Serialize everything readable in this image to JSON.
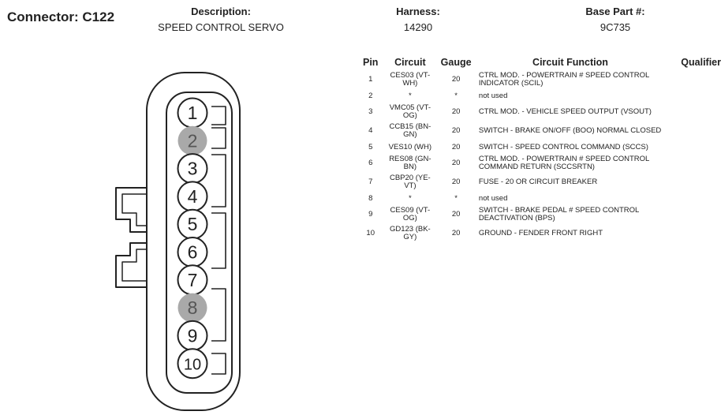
{
  "header": {
    "connector": "Connector: C122",
    "description_label": "Description:",
    "description_value": "SPEED CONTROL SERVO",
    "harness_label": "Harness:",
    "harness_value": "14290",
    "base_part_label": "Base Part #:",
    "base_part_value": "9C735"
  },
  "table": {
    "columns": [
      "Pin",
      "Circuit",
      "Gauge",
      "Circuit Function",
      "Qualifier"
    ],
    "rows": [
      {
        "pin": "1",
        "circuit": "CES03 (VT-WH)",
        "gauge": "20",
        "function": "CTRL MOD. - POWERTRAIN # SPEED CONTROL INDICATOR (SCIL)"
      },
      {
        "pin": "2",
        "circuit": "*",
        "gauge": "*",
        "function": "not used"
      },
      {
        "pin": "3",
        "circuit": "VMC05 (VT-OG)",
        "gauge": "20",
        "function": "CTRL MOD. - VEHICLE SPEED OUTPUT (VSOUT)"
      },
      {
        "pin": "4",
        "circuit": "CCB15 (BN-GN)",
        "gauge": "20",
        "function": "SWITCH - BRAKE ON/OFF (BOO) NORMAL CLOSED"
      },
      {
        "pin": "5",
        "circuit": "VES10 (WH)",
        "gauge": "20",
        "function": "SWITCH - SPEED CONTROL COMMAND (SCCS)"
      },
      {
        "pin": "6",
        "circuit": "RES08 (GN-BN)",
        "gauge": "20",
        "function": "CTRL MOD. - POWERTRAIN # SPEED CONTROL COMMAND RETURN (SCCSRTN)"
      },
      {
        "pin": "7",
        "circuit": "CBP20 (YE-VT)",
        "gauge": "20",
        "function": "FUSE - 20 OR CIRCUIT BREAKER"
      },
      {
        "pin": "8",
        "circuit": "*",
        "gauge": "*",
        "function": "not used"
      },
      {
        "pin": "9",
        "circuit": "CES09 (VT-OG)",
        "gauge": "20",
        "function": "SWITCH - BRAKE PEDAL # SPEED CONTROL DEACTIVATION (BPS)"
      },
      {
        "pin": "10",
        "circuit": "GD123 (BK-GY)",
        "gauge": "20",
        "function": "GROUND - FENDER FRONT RIGHT"
      }
    ]
  },
  "connector": {
    "pins": [
      {
        "label": "1",
        "used": true
      },
      {
        "label": "2",
        "used": false
      },
      {
        "label": "3",
        "used": true
      },
      {
        "label": "4",
        "used": true
      },
      {
        "label": "5",
        "used": true
      },
      {
        "label": "6",
        "used": true
      },
      {
        "label": "7",
        "used": true
      },
      {
        "label": "8",
        "used": false
      },
      {
        "label": "9",
        "used": true
      },
      {
        "label": "10",
        "used": true
      }
    ],
    "unused_pin_color": "#a9a9a9"
  }
}
